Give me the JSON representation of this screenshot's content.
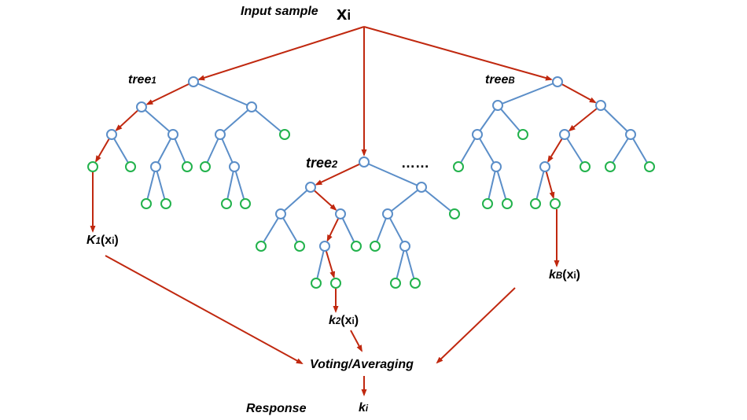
{
  "input": {
    "caption": "Input sample",
    "var": "x",
    "sub": "i"
  },
  "trees": [
    {
      "name": "tree",
      "sub": "1"
    },
    {
      "name": "tree",
      "sub": "2"
    },
    {
      "name": "tree",
      "sub": "B"
    }
  ],
  "ellipsis": "……",
  "outputs": [
    {
      "name": "K",
      "sub": "1",
      "arg_open": "(x",
      "arg_sub": "i",
      "arg_close": ")"
    },
    {
      "name": "k",
      "sub": "2",
      "arg_open": "(x",
      "arg_sub": "i",
      "arg_close": ")"
    },
    {
      "name": "k",
      "sub": "B",
      "arg_open": "(x",
      "arg_sub": "i",
      "arg_close": ")"
    }
  ],
  "combiner": "Voting/Averaging",
  "response": {
    "caption": "Response",
    "var": "k",
    "sub": "i"
  },
  "colors": {
    "path_arrow": "#c0280f",
    "tree_edge": "#5b8ec8",
    "internal_node": "#5b8ec8",
    "leaf_node": "#22b24c"
  }
}
